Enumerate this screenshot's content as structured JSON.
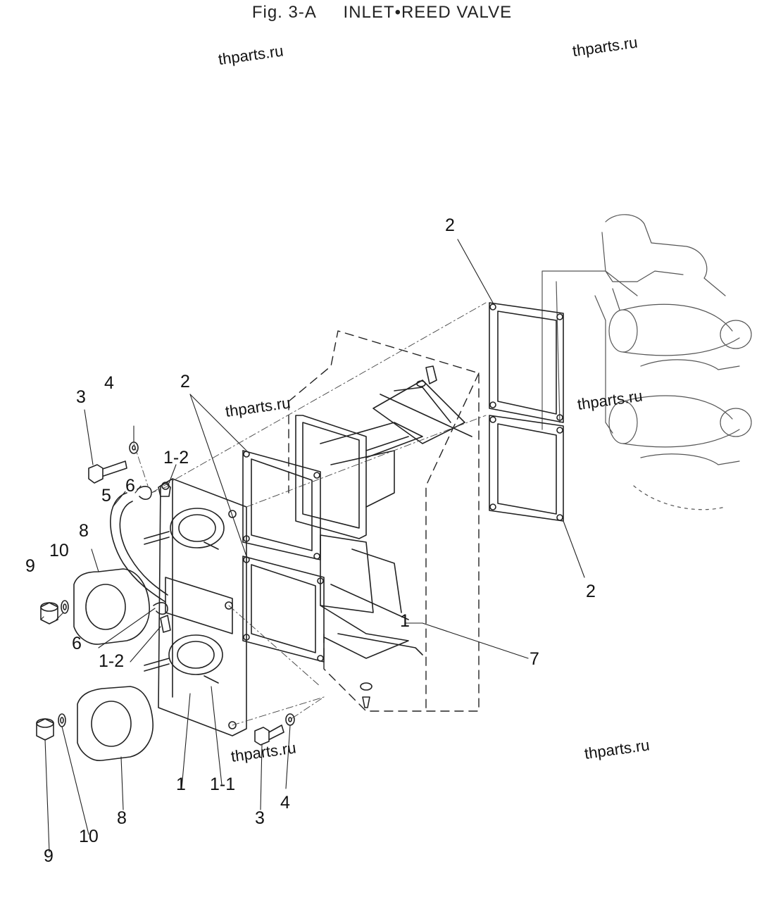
{
  "title": {
    "fig": "Fig. 3-A",
    "name": "INLET•REED VALVE"
  },
  "watermarks": [
    "thparts.ru",
    "thparts.ru",
    "thparts.ru",
    "thparts.ru",
    "thparts.ru"
  ],
  "callouts": {
    "c1": "1",
    "c1_1": "1-1",
    "c1_2a": "1-2",
    "c1_2b": "1-2",
    "c1_reed": "1",
    "c2a": "2",
    "c2b": "2",
    "c2c": "2",
    "c3a": "3",
    "c3b": "3",
    "c4a": "4",
    "c4b": "4",
    "c5": "5",
    "c6a": "6",
    "c6b": "6",
    "c7": "7",
    "c8a": "8",
    "c8b": "8",
    "c9a": "9",
    "c9b": "9",
    "c10a": "10",
    "c10b": "10"
  }
}
